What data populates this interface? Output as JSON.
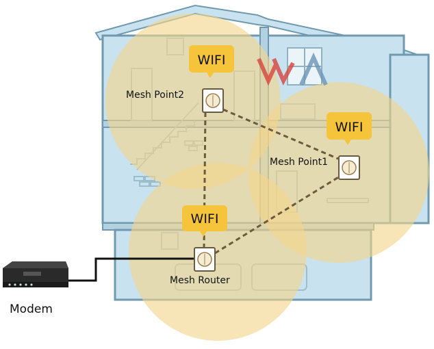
{
  "colors": {
    "house_fill": "#c9e2ef",
    "house_stroke": "#6f99ae",
    "line_art": "#9cbdcc",
    "wifi_coverage": "#f3d58a",
    "wifi_badge": "#f6c43a",
    "dashed_link": "#6b5a3e",
    "cable": "#111111",
    "logo_red": "#d9453d",
    "logo_blue": "#6d95b8",
    "device_frame": "#ffffff",
    "modem_body": "#2a2a2a"
  },
  "labels": {
    "mesh_point2": "Mesh Point2",
    "mesh_point1": "Mesh Point1",
    "mesh_router": "Mesh Router",
    "modem": "Modem"
  },
  "wifi": {
    "badge_top": "WIFI",
    "badge_right": "WIFI",
    "badge_bottom": "WIFI"
  },
  "icons": {
    "mesh_device": "mesh-node-icon",
    "modem": "modem-icon",
    "watermark": "wya-logo-icon"
  }
}
